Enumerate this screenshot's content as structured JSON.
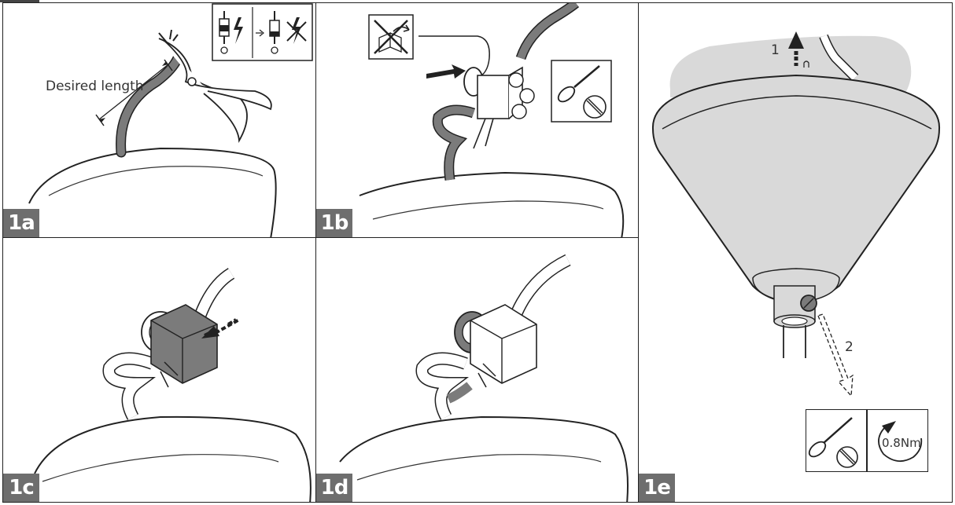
{
  "steps": {
    "s1a": "1a",
    "s1b": "1b",
    "s1c": "1c",
    "s1d": "1d",
    "s1e": "1e"
  },
  "labels": {
    "desired_length": "Desired length",
    "step1": "1",
    "step2": "2",
    "torque": "0.8Nm"
  },
  "icons": {
    "power": "power-off-symbol",
    "no_box": "no-junction-box-symbol",
    "screwdriver": "screwdriver-icon",
    "rotate": "rotate-torque-icon"
  },
  "colors": {
    "gray_fill": "#7b7b7b",
    "light_gray": "#d9d9d9",
    "tag_gray": "#6e6e6e"
  }
}
